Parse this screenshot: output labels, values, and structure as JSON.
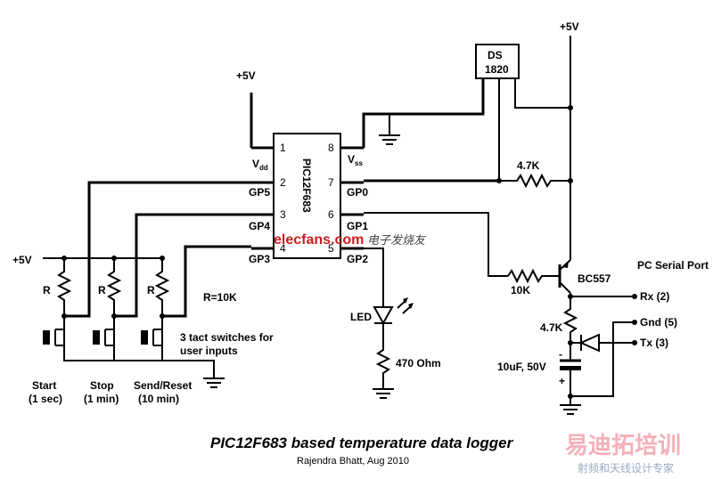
{
  "title": "PIC12F683 based temperature data logger",
  "author": "Rajendra Bhatt, Aug 2010",
  "ic": {
    "name": "PIC12F683",
    "vdd": "V",
    "vdd_sub": "dd",
    "vss": "V",
    "vss_sub": "ss",
    "pins": [
      "1",
      "2",
      "3",
      "4",
      "5",
      "6",
      "7",
      "8"
    ],
    "gp_left": [
      "GP5",
      "GP4",
      "GP3"
    ],
    "gp_right": [
      "GP0",
      "GP1",
      "GP2"
    ]
  },
  "supply": {
    "v5_ic": "+5V",
    "v5_right": "+5V",
    "v5_left": "+5V"
  },
  "sensor": {
    "name": "DS",
    "part": "1820"
  },
  "resistors": {
    "r_label": "R",
    "r_value": "R=10K",
    "r_pullup": "4.7K",
    "r_base": "10K",
    "r_collector": "4.7K",
    "r_led": "470 Ohm"
  },
  "transistor": "BC557",
  "led": "LED",
  "capacitor": {
    "value": "10uF, 50V",
    "minus": "-",
    "plus": "+"
  },
  "serial": {
    "title": "PC Serial Port",
    "rx": "Rx (2)",
    "gnd": "Gnd (5)",
    "tx": "Tx (3)"
  },
  "switches": {
    "note_line1": "3 tact switches for",
    "note_line2": "user inputs",
    "items": [
      {
        "name": "Start",
        "interval": "(1 sec)"
      },
      {
        "name": "Stop",
        "interval": "(1 min)"
      },
      {
        "name": "Send/Reset",
        "interval": "(10 min)"
      }
    ]
  },
  "watermark": {
    "site": "elecfans.com",
    "site_cn": "电子发烧友",
    "brand_cn": "易迪拓培训",
    "brand_sub_cn": "射频和天线设计专家"
  }
}
